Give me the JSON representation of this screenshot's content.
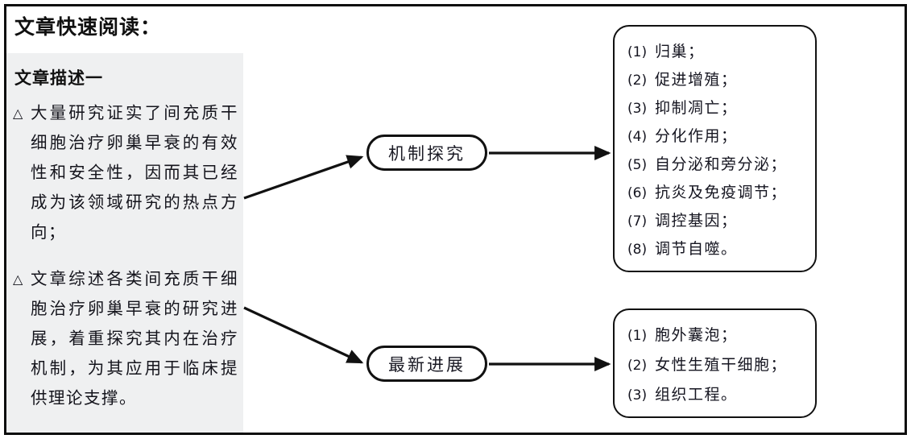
{
  "page": {
    "title": "文章快速阅读："
  },
  "description_panel": {
    "heading": "文章描述一",
    "bullet_glyph": "△",
    "items": [
      "大量研究证实了间充质干细胞治疗卵巢早衰的有效性和安全性，因而其已经成为该领域研究的热点方向；",
      "文章综述各类间充质干细胞治疗卵巢早衰的研究进展，着重探究其内在治疗机制，为其应用于临床提供理论支撑。"
    ]
  },
  "nodes": {
    "mechanism": "机制探究",
    "progress": "最新进展"
  },
  "lists": {
    "mechanism": [
      {
        "num": "(1)",
        "text": "归巢；"
      },
      {
        "num": "(2)",
        "text": "促进增殖；"
      },
      {
        "num": "(3)",
        "text": "抑制凋亡；"
      },
      {
        "num": "(4)",
        "text": "分化作用；"
      },
      {
        "num": "(5)",
        "text": "自分泌和旁分泌；"
      },
      {
        "num": "(6)",
        "text": "抗炎及免疫调节；"
      },
      {
        "num": "(7)",
        "text": "调控基因；"
      },
      {
        "num": "(8)",
        "text": "调节自噬。"
      }
    ],
    "progress": [
      {
        "num": "(1)",
        "text": "胞外囊泡；"
      },
      {
        "num": "(2)",
        "text": "女性生殖干细胞；"
      },
      {
        "num": "(3)",
        "text": "组织工程。"
      }
    ]
  },
  "colors": {
    "frame": "#0d0d0d",
    "panel_background": "#eff0f1",
    "text": "#14141c",
    "arrow": "#111111",
    "page_background": "#ffffff"
  }
}
